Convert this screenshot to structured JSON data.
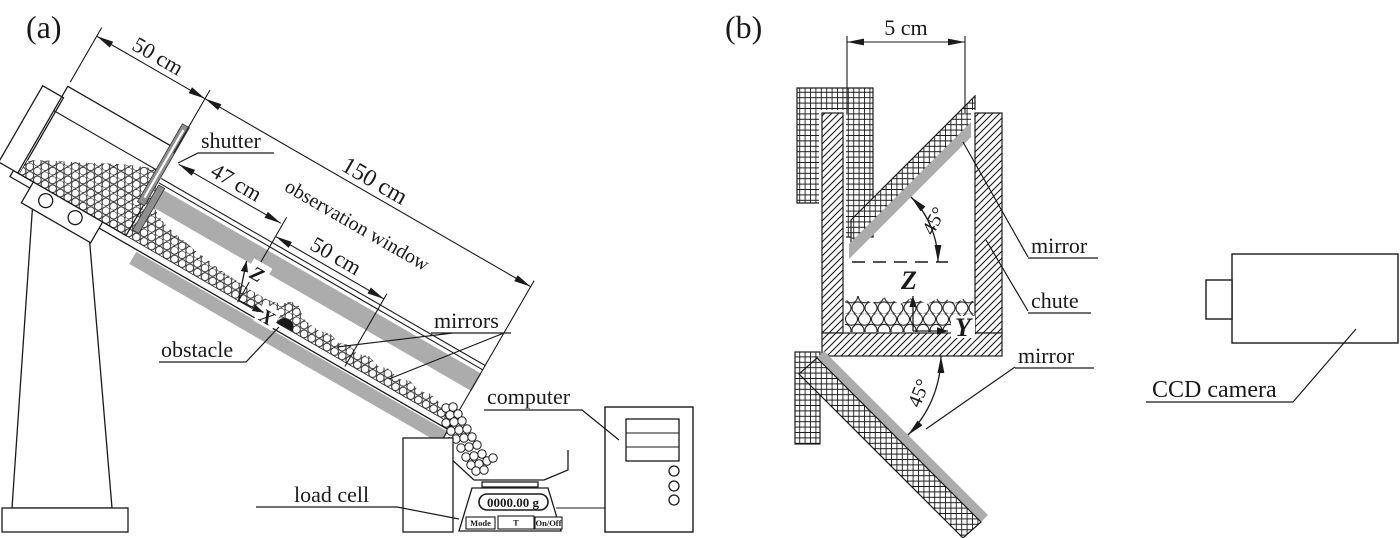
{
  "colors": {
    "mirror_gray": "#acacac",
    "shutter_gray": "#8f8f8f",
    "ink": "#1a1a1a"
  },
  "panel_a": {
    "tag": "(a)",
    "dim_hopper": "50 cm",
    "dim_chute": "150 cm",
    "dim_shutter_to_obstacle": "47 cm",
    "dim_window": "50 cm",
    "observation_window": "observation window",
    "shutter": "shutter",
    "mirrors": "mirrors",
    "obstacle": "obstacle",
    "computer": "computer",
    "load_cell": "load cell",
    "axis_z": "Z",
    "axis_x": "X",
    "scale": {
      "display": "0000.00 g",
      "buttons": [
        "Mode",
        "T",
        "On/Off"
      ]
    }
  },
  "panel_b": {
    "tag": "(b)",
    "dim_width": "5 cm",
    "angle_top_mirror": "45°",
    "angle_bottom_mirror": "45°",
    "mirror_top": "mirror",
    "chute": "chute",
    "mirror_bottom": "mirror",
    "ccd_camera": "CCD camera",
    "axis_z": "Z",
    "axis_y": "Y"
  }
}
